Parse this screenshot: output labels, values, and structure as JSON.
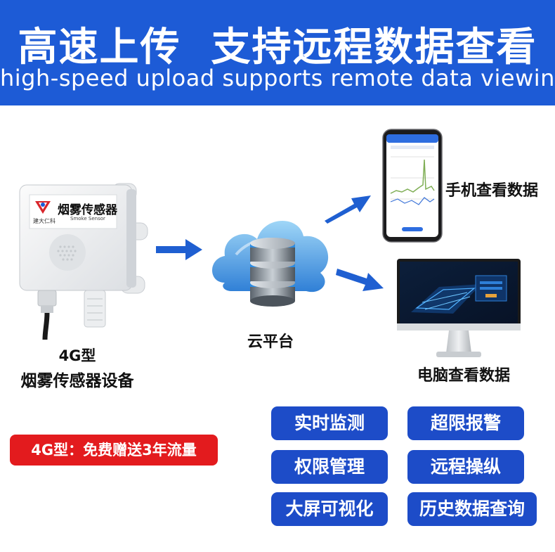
{
  "banner": {
    "title": "高速上传  支持远程数据查看",
    "subtitle": "high-speed upload supports remote data viewing"
  },
  "sensor": {
    "device_name": "烟雾传感器",
    "device_name_en": "Smoke Sensor",
    "brand": "建大仁科",
    "label_line1": "4G型",
    "label_line2": "烟雾传感器设备"
  },
  "cloud": {
    "label": "云平台"
  },
  "phone": {
    "label": "手机查看数据"
  },
  "computer": {
    "label": "电脑查看数据"
  },
  "promo": {
    "text": "4G型：免费赠送3年流量"
  },
  "features": [
    {
      "label": "实时监测"
    },
    {
      "label": "超限报警"
    },
    {
      "label": "权限管理"
    },
    {
      "label": "远程操纵"
    },
    {
      "label": "大屏可视化"
    },
    {
      "label": "历史数据查询"
    }
  ],
  "colors": {
    "banner_blue": "#1d5bd6",
    "feature_blue": "#1d4cc8",
    "promo_red": "#e31b1e",
    "arrow_blue": "#1f5fd1"
  }
}
